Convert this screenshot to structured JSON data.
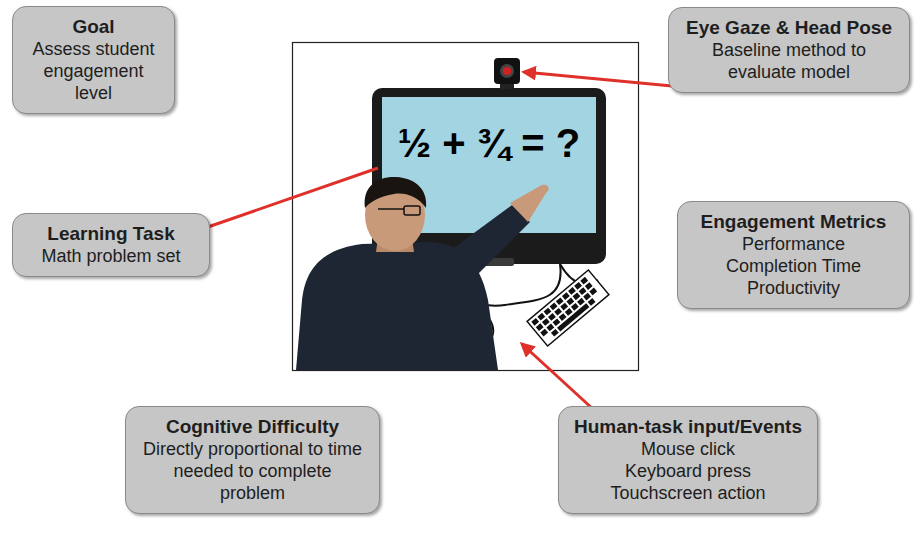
{
  "diagram": {
    "nodes": [
      {
        "text": [
          "Goal",
          "Assess student engagement level"
        ]
      },
      {
        "text": [
          "Eye Gaze & Head Pose",
          "Baseline method to evaluate model"
        ]
      },
      {
        "text": [
          "Learning Task",
          "Math problem set"
        ]
      },
      {
        "text": [
          "Engagement Metrics",
          "Performance",
          "Completion Time",
          "Productivity"
        ]
      },
      {
        "text": [
          "Cognitive Difficulty",
          "Directly proportional to time needed to complete problem"
        ]
      },
      {
        "text": [
          "Human-task input/Events",
          "Mouse click",
          "Keyboard press",
          "Touchscreen action"
        ]
      }
    ],
    "labels": [
      "½ + ¾ = ?"
    ]
  }
}
